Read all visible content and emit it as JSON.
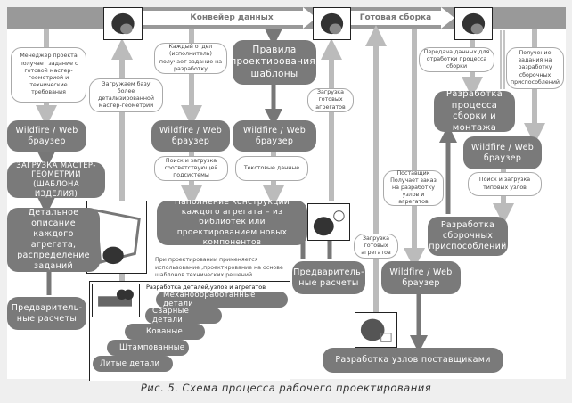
{
  "flow": {
    "data_pipeline": "Конвейер данных",
    "ready_assembly": "Готовая сборка"
  },
  "boxes": {
    "rules": "Правила проектирования, шаблоны",
    "wildfire_1": "Wildfire / Web браузер",
    "master_geometry": "ЗАГРУЗКА МАСТЕР-ГЕОМЕТРИИ (ШАБЛОНА ИЗДЕЛИЯ)",
    "detailed_description": "Детальное описание каждого агрегата, распределение заданий",
    "preliminary_1": "Предваритель-ные расчеты",
    "wildfire_2": "Wildfire / Web браузер",
    "wildfire_3": "Wildfire / Web браузер",
    "filling": "Наполнение конструкции каждого агрегата – из библиотек или проектированием новых компонентов",
    "preliminary_2": "Предваритель-ные расчеты",
    "wildfire_4": "Wildfire / Web браузер",
    "assembly_process": "Разработка процесса сборки и монтажа",
    "wildfire_5": "Wildfire / Web браузер",
    "fixtures": "Разработка сборочных приспособлений",
    "suppliers": "Разработка узлов поставщиками"
  },
  "bubbles": {
    "manager": "Менеджер проекта получает задание с готовой мастер-геометрией и технические требования",
    "load_base": "Загружаем базу более детализированной мастер-геометрии",
    "each_dept": "Каждый отдел (исполнитель) получает задание на разработку",
    "search_subsystem": "Поиск и загрузка соответствующей подсистемы",
    "text_data": "Текстовые данные",
    "load_ready_1": "Загрузка готовых агрегатов",
    "supplier": "Поставщик Получает заказ на разработку узлов и агрегатов",
    "load_ready_2": "Загрузка готовых агрегатов",
    "transfer": "Передача данных для отработки процесса сборки",
    "receive_task": "Получение задания на разработку сборочных приспособлений",
    "search_typical": "Поиск и загрузка типовых узлов"
  },
  "note": "При проектировании применяется использование ,проектирование на основе шаблонов технических решений.",
  "details": {
    "title": "Разработка деталей,узлов и агрегатов",
    "steps": [
      "Механообработанные детали",
      "Сварные детали",
      "Кованые",
      "Штампованные",
      "Литые детали"
    ]
  },
  "caption": "Рис. 5. Схема процесса рабочего проектирования",
  "colors": {
    "box": "#7a7a7a",
    "band": "#999999",
    "arrow_light": "#bbbbbb",
    "arrow_dark": "#777777"
  }
}
